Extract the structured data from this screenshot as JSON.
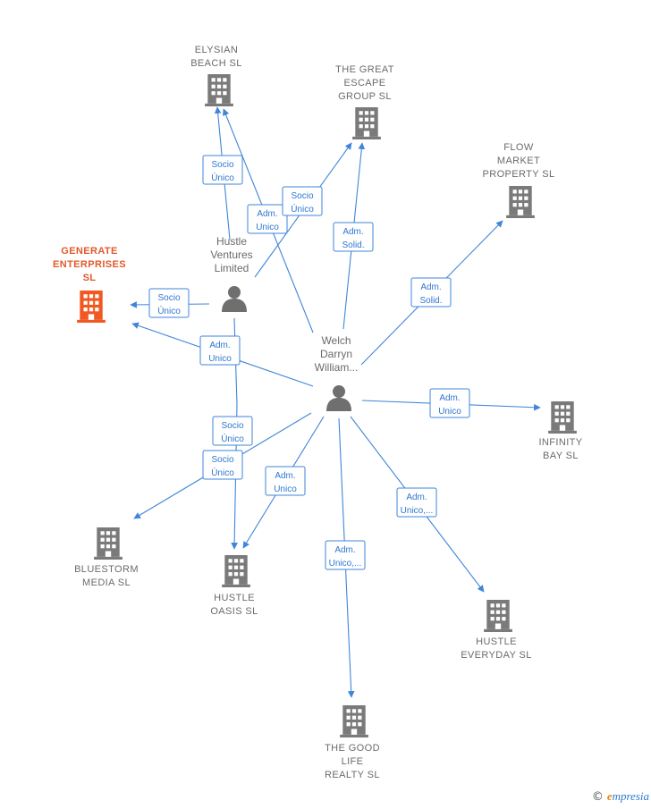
{
  "colors": {
    "edge": "#3f86d8",
    "company": "#7a7a7a",
    "highlight": "#f05a22",
    "person": "#6f6f6f",
    "label": "#6b6b6b"
  },
  "nodes": [
    {
      "id": "elysian",
      "type": "company",
      "label": [
        "ELYSIAN",
        "BEACH  SL"
      ]
    },
    {
      "id": "great_escape",
      "type": "company",
      "label": [
        "THE GREAT",
        "ESCAPE",
        "GROUP  SL"
      ]
    },
    {
      "id": "flow_market",
      "type": "company",
      "label": [
        "FLOW",
        "MARKET",
        "PROPERTY  SL"
      ]
    },
    {
      "id": "generate",
      "type": "company",
      "highlight": true,
      "label": [
        "GENERATE",
        "ENTERPRISES",
        "SL"
      ]
    },
    {
      "id": "hustle_ventures",
      "type": "person",
      "label": [
        "Hustle",
        "Ventures",
        "Limited"
      ]
    },
    {
      "id": "welch",
      "type": "person",
      "label": [
        "Welch",
        "Darryn",
        "William..."
      ]
    },
    {
      "id": "infinity",
      "type": "company",
      "label": [
        "INFINITY",
        "BAY  SL"
      ]
    },
    {
      "id": "bluestorm",
      "type": "company",
      "label": [
        "BLUESTORM",
        "MEDIA  SL"
      ]
    },
    {
      "id": "hustle_oasis",
      "type": "company",
      "label": [
        "HUSTLE",
        "OASIS  SL"
      ]
    },
    {
      "id": "hustle_everyday",
      "type": "company",
      "label": [
        "HUSTLE",
        "EVERYDAY  SL"
      ]
    },
    {
      "id": "good_life",
      "type": "company",
      "label": [
        "THE GOOD",
        "LIFE",
        "REALTY  SL"
      ]
    }
  ],
  "edges": [
    {
      "from": "hustle_ventures",
      "to": "elysian",
      "label": [
        "Socio",
        "Único"
      ]
    },
    {
      "from": "welch",
      "to": "elysian",
      "label": [
        "Adm.",
        "Unico"
      ]
    },
    {
      "from": "hustle_ventures",
      "to": "great_escape",
      "label": [
        "Socio",
        "Único"
      ]
    },
    {
      "from": "welch",
      "to": "great_escape",
      "label": [
        "Adm.",
        "Solid."
      ]
    },
    {
      "from": "welch",
      "to": "flow_market",
      "label": [
        "Adm.",
        "Solid."
      ]
    },
    {
      "from": "hustle_ventures",
      "to": "generate",
      "label": [
        "Socio",
        "Único"
      ]
    },
    {
      "from": "welch",
      "to": "generate",
      "label": [
        "Adm.",
        "Unico"
      ]
    },
    {
      "from": "welch",
      "to": "infinity",
      "label": [
        "Adm.",
        "Unico"
      ]
    },
    {
      "from": "hustle_ventures",
      "to": "hustle_oasis",
      "label": [
        "Socio",
        "Único"
      ]
    },
    {
      "from": "welch",
      "to": "bluestorm",
      "label": [
        "Socio",
        "Único"
      ]
    },
    {
      "from": "welch",
      "to": "hustle_oasis",
      "label": [
        "Adm.",
        "Unico"
      ]
    },
    {
      "from": "welch",
      "to": "good_life",
      "label": [
        "Adm.",
        "Unico,..."
      ]
    },
    {
      "from": "welch",
      "to": "hustle_everyday",
      "label": [
        "Adm.",
        "Unico,..."
      ]
    }
  ],
  "footer": {
    "copyright": "©",
    "brand_initial": "e",
    "brand_rest": "mpresia"
  }
}
